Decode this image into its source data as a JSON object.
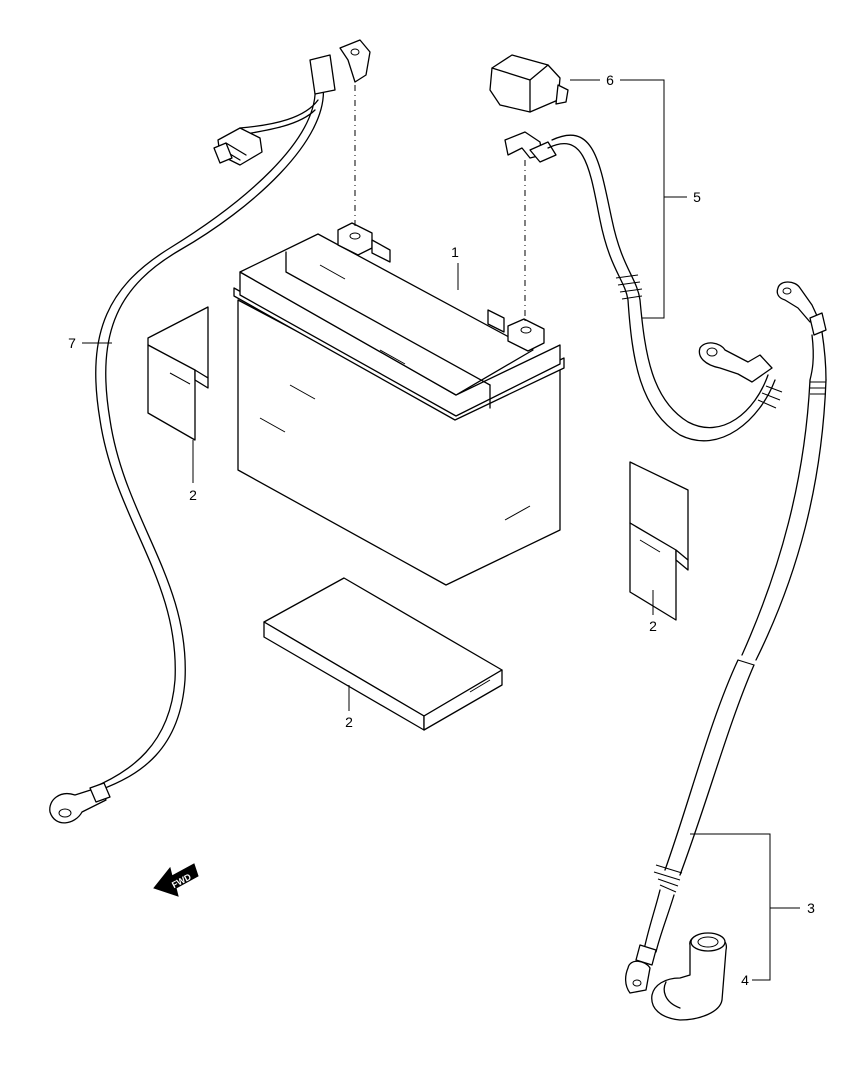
{
  "callouts": {
    "battery": "1",
    "spacer_left": "2",
    "spacer_right": "2",
    "pad_bottom": "2",
    "minus_lead": "3",
    "minus_cover": "4",
    "plus_lead_assy": "5",
    "plus_cap": "6",
    "starter_lead": "7"
  },
  "direction_label": "FWD"
}
